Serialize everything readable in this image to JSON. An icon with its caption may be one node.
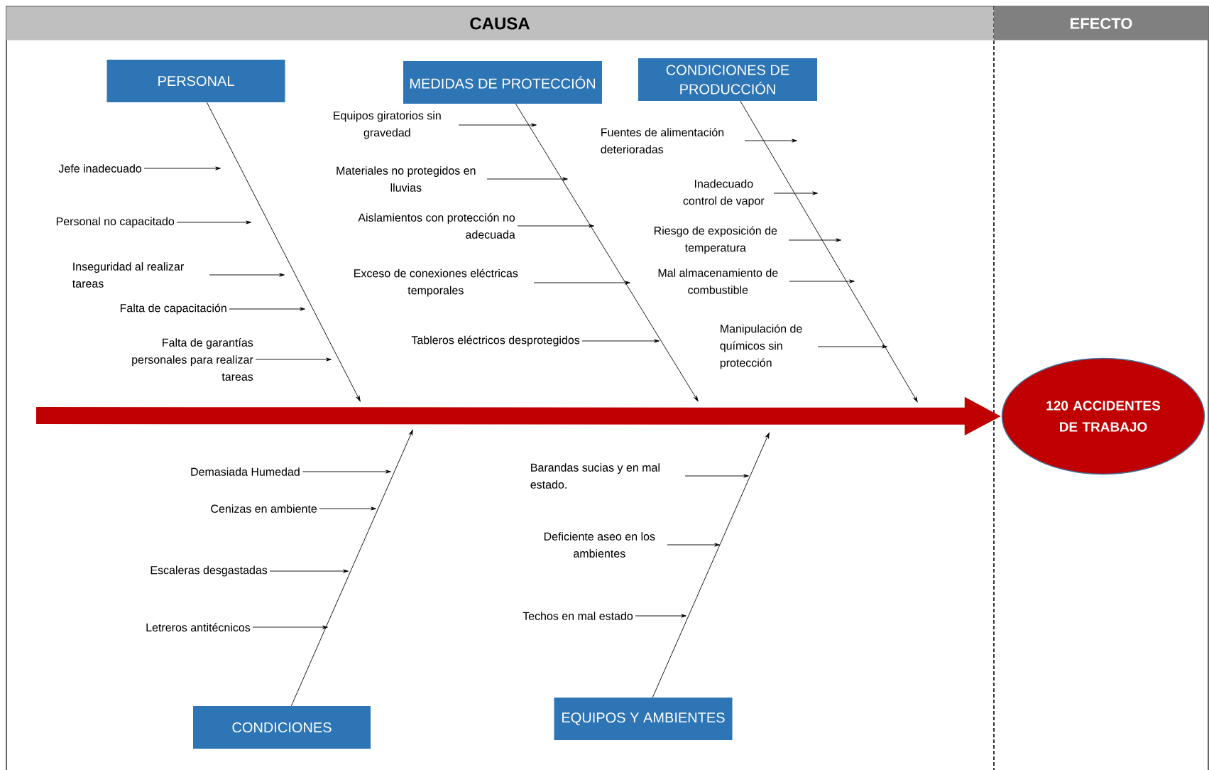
{
  "diagram": {
    "nodes": [
      {
        "text": [
          "CAUSA"
        ]
      },
      {
        "text": [
          "EFECTO"
        ]
      },
      {
        "text": [
          "PERSONAL"
        ]
      },
      {
        "text": [
          "MEDIDAS DE PROTECCIÓN"
        ]
      },
      {
        "text": [
          "CONDICIONES DE PRODUCCIÓN"
        ]
      },
      {
        "text": [
          "CONDICIONES"
        ]
      },
      {
        "text": [
          "EQUIPOS Y AMBIENTES"
        ]
      },
      {
        "text": [
          "120 ACCIDENTES DE TRABAJO"
        ]
      },
      {
        "text": [
          "Jefe inadecuado"
        ]
      },
      {
        "text": [
          "Personal no capacitado"
        ]
      },
      {
        "text": [
          "Inseguridad al realizar tareas"
        ]
      },
      {
        "text": [
          "Falta de capacitación"
        ]
      },
      {
        "text": [
          "Falta de garantías personales para realizar tareas"
        ]
      },
      {
        "text": [
          "Equipos giratorios sin gravedad"
        ]
      },
      {
        "text": [
          "Materiales no protegidos en lluvias"
        ]
      },
      {
        "text": [
          "Aislamientos con protección no adecuada"
        ]
      },
      {
        "text": [
          "Exceso de conexiones eléctricas temporales"
        ]
      },
      {
        "text": [
          "Tableros eléctricos desprotegidos"
        ]
      },
      {
        "text": [
          "Fuentes de alimentación deterioradas"
        ]
      },
      {
        "text": [
          "Inadecuado control de vapor"
        ]
      },
      {
        "text": [
          "Riesgo de exposición de temperatura"
        ]
      },
      {
        "text": [
          "Mal almacenamiento de combustible"
        ]
      },
      {
        "text": [
          "Manipulación de químicos sin protección"
        ]
      },
      {
        "text": [
          "Demasiada Humedad"
        ]
      },
      {
        "text": [
          "Cenizas en ambiente"
        ]
      },
      {
        "text": [
          "Escaleras desgastadas"
        ]
      },
      {
        "text": [
          "Letreros antitécnicos"
        ]
      },
      {
        "text": [
          "Barandas sucias y en mal estado."
        ]
      },
      {
        "text": [
          "Deficiente aseo en los ambientes"
        ]
      },
      {
        "text": [
          "Techos en mal estado"
        ]
      }
    ],
    "edges": [
      {
        "from": null,
        "to": 7,
        "arrow": "to",
        "style": "thick",
        "color": "#c00000"
      },
      {
        "from": 2,
        "to": null,
        "arrow": "to"
      },
      {
        "from": 3,
        "to": null,
        "arrow": "to"
      },
      {
        "from": 4,
        "to": null,
        "arrow": "to"
      },
      {
        "from": 5,
        "to": null,
        "arrow": "to"
      },
      {
        "from": 6,
        "to": null,
        "arrow": "to"
      },
      {
        "from": 8,
        "to": null,
        "arrow": "to"
      },
      {
        "from": 9,
        "to": null,
        "arrow": "to"
      },
      {
        "from": 10,
        "to": null,
        "arrow": "to"
      },
      {
        "from": 11,
        "to": null,
        "arrow": "to"
      },
      {
        "from": 12,
        "to": null,
        "arrow": "to"
      },
      {
        "from": 13,
        "to": null,
        "arrow": "to"
      },
      {
        "from": 14,
        "to": null,
        "arrow": "to"
      },
      {
        "from": 15,
        "to": null,
        "arrow": "to"
      },
      {
        "from": 16,
        "to": null,
        "arrow": "to"
      },
      {
        "from": 17,
        "to": null,
        "arrow": "to"
      },
      {
        "from": 18,
        "to": null,
        "arrow": "to"
      },
      {
        "from": 19,
        "to": null,
        "arrow": "to"
      },
      {
        "from": 20,
        "to": null,
        "arrow": "to"
      },
      {
        "from": 21,
        "to": null,
        "arrow": "to"
      },
      {
        "from": 22,
        "to": null,
        "arrow": "to"
      },
      {
        "from": 23,
        "to": null,
        "arrow": "to"
      },
      {
        "from": 24,
        "to": null,
        "arrow": "to"
      },
      {
        "from": 25,
        "to": null,
        "arrow": "to"
      },
      {
        "from": 26,
        "to": null,
        "arrow": "to"
      },
      {
        "from": 27,
        "to": null,
        "arrow": "to"
      },
      {
        "from": 28,
        "to": null,
        "arrow": "to"
      },
      {
        "from": 29,
        "to": null,
        "arrow": "to"
      }
    ]
  }
}
